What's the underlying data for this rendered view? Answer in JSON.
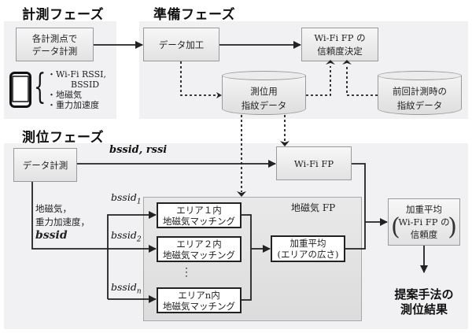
{
  "phases": {
    "measurement": {
      "title": "計測フェーズ",
      "box": "各計測点で\nデータ計測",
      "sensor_list": [
        "・Wi-Fi RSSI,",
        "BSSID",
        "・地磁気",
        "・重力加速度"
      ]
    },
    "preparation": {
      "title": "準備フェーズ",
      "process_box": "データ加工",
      "reliability_box": "Wi-Fi FP の\n信頼度決定",
      "db_positioning": "測位用\n指紋データ",
      "db_previous": "前回計測時の\n指紋データ"
    },
    "positioning": {
      "title": "測位フェーズ",
      "measure_box": "データ計測",
      "edge_bssid_rssi": "bssid, rssi",
      "wifi_fp_box": "Wi-Fi FP",
      "side_label_lines": [
        "地磁気，",
        "重力加速度，"
      ],
      "side_label_bssid": "bssid",
      "magnetic_panel_title": "地磁気 FP",
      "bssid_labels": [
        {
          "base": "bssid",
          "sub": "1"
        },
        {
          "base": "bssid",
          "sub": "2"
        },
        {
          "base": "bssid",
          "sub": "n"
        }
      ],
      "area_boxes": [
        "エリア１内\n地磁気マッチング",
        "エリア２内\n地磁気マッチング",
        "エリアn内\n地磁気マッチング"
      ],
      "ellipsis": "⋮",
      "area_weighted_avg": "加重平均\n(エリアの広さ)",
      "final_weighted_avg": {
        "title": "加重平均",
        "paren_line1": "Wi-Fi FP の",
        "paren_line2": "信頼度"
      },
      "result": "提案手法の\n測位結果"
    }
  },
  "icons": {
    "smartphone": "smartphone-icon",
    "brace": "left-curly-brace"
  },
  "colors": {
    "panel_bg": "#f1f1f3",
    "box_border": "#9a9a9a",
    "line": "#222222"
  }
}
